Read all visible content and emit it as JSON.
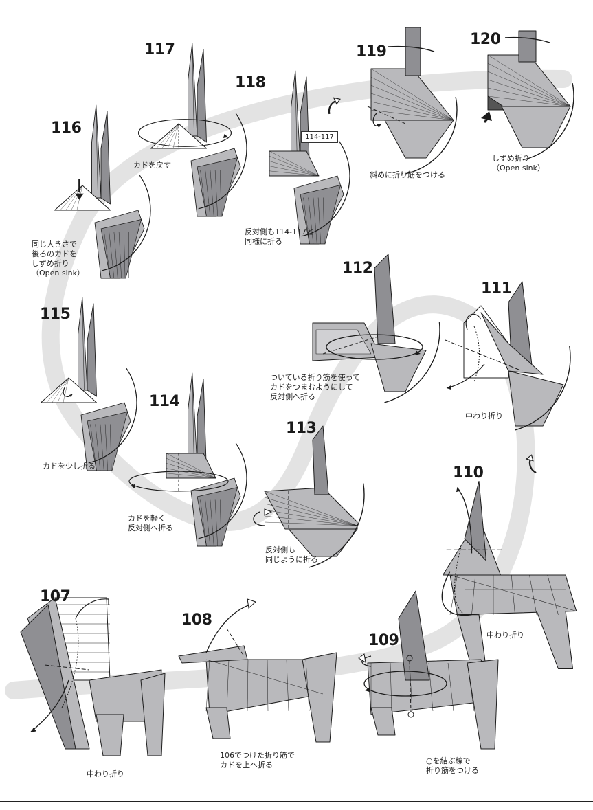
{
  "steps": [
    {
      "number": "116",
      "caption": "同じ大きさで\n後ろのカドを\nしずめ折り\n（Open sink）"
    },
    {
      "number": "117",
      "caption": "カドを戻す"
    },
    {
      "number": "118",
      "caption": "反対側も114-117と\n同様に折る",
      "ref_box": "114-117"
    },
    {
      "number": "119",
      "caption": "斜めに折り筋をつける"
    },
    {
      "number": "120",
      "caption": "しずめ折り\n（Open sink）"
    },
    {
      "number": "115",
      "caption": "カドを少し折る"
    },
    {
      "number": "112",
      "caption": "ついている折り筋を使って\nカドをつまむようにして\n反対側へ折る"
    },
    {
      "number": "111",
      "caption": "中わり折り"
    },
    {
      "number": "114",
      "caption": "カドを軽く\n反対側へ折る"
    },
    {
      "number": "113",
      "caption": "反対側も\n同じように折る"
    },
    {
      "number": "110",
      "caption": "中わり折り"
    },
    {
      "number": "107",
      "caption": "中わり折り"
    },
    {
      "number": "108",
      "caption": "106でつけた折り筋で\nカドを上へ折る"
    },
    {
      "number": "109",
      "caption": "○を結ぶ線で\n折り筋をつける"
    }
  ],
  "colors": {
    "paper": "#b9b9bc",
    "paper_dark": "#8f8f93",
    "paper_white": "#ffffff",
    "path_band": "#e3e3e3",
    "line": "#1c1c1c"
  },
  "icons": [
    "turn-over-icon",
    "sink-arrow-icon",
    "fold-arrow-icon"
  ]
}
